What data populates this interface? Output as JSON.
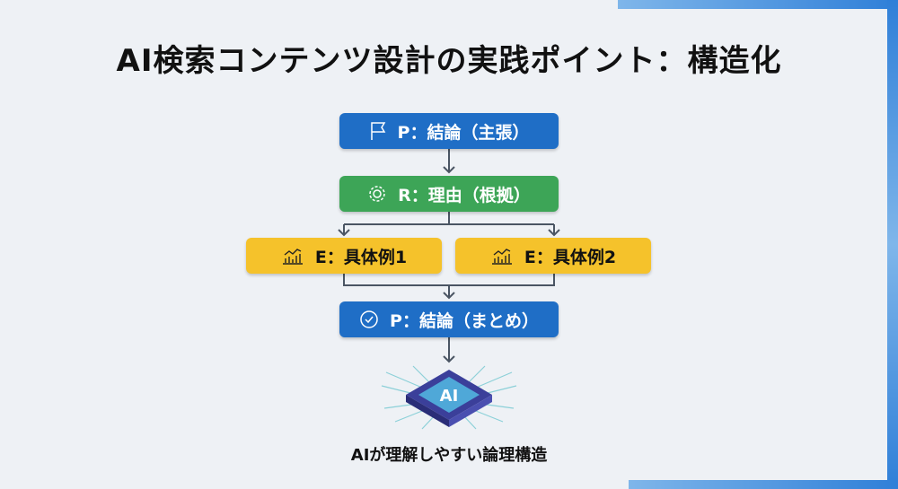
{
  "title": "AI検索コンテンツ設計の実践ポイント：構造化",
  "steps": [
    {
      "label": "P：結論（主張）",
      "icon": "flag-icon",
      "color": "#1f6ec6"
    },
    {
      "label": "R：理由（根拠）",
      "icon": "gear-icon",
      "color": "#3da557"
    },
    {
      "label": "E：具体例1",
      "icon": "chart-icon",
      "color": "#f5c22b"
    },
    {
      "label": "E：具体例2",
      "icon": "chart-icon",
      "color": "#f5c22b"
    },
    {
      "label": "P：結論（まとめ）",
      "icon": "check-circle-icon",
      "color": "#1f6ec6"
    }
  ],
  "chip_label": "AI",
  "caption": "AIが理解しやすい論理構造"
}
